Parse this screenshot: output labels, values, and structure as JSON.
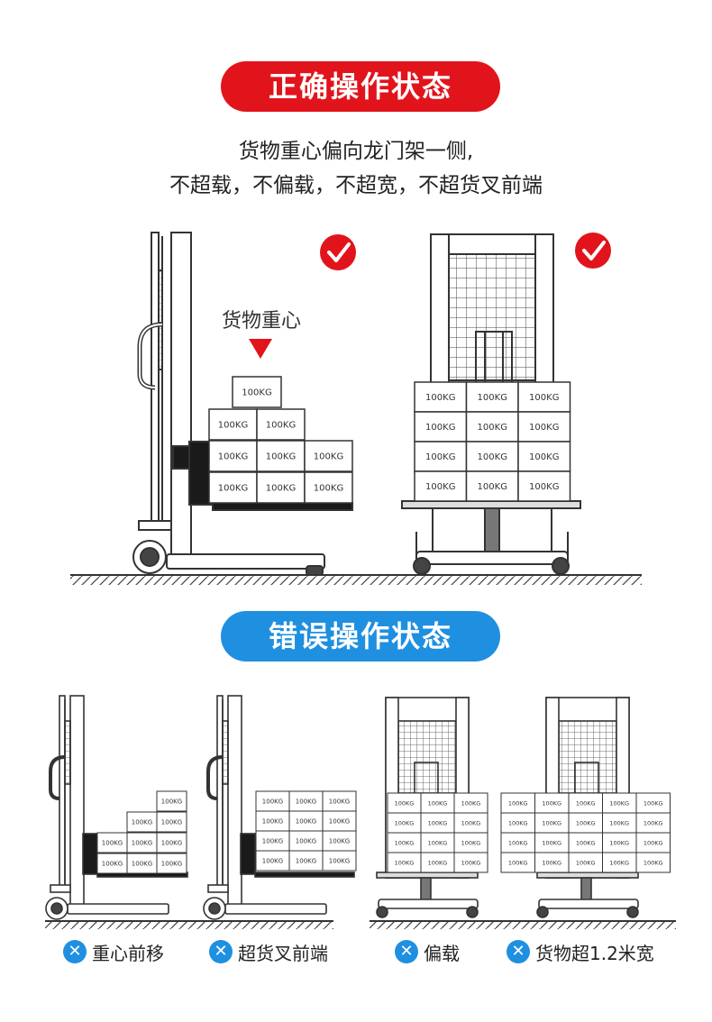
{
  "correct_section": {
    "title": "正确操作状态",
    "desc_line1": "货物重心偏向龙门架一侧,",
    "desc_line2": "不超载，不偏载，不超宽，不超货叉前端",
    "cog_label": "货物重心",
    "box_label": "100KG",
    "status_icon": "check-icon"
  },
  "wrong_section": {
    "title": "错误操作状态",
    "box_label": "100KG",
    "items": [
      {
        "label": "重心前移",
        "icon": "cross-icon"
      },
      {
        "label": "超货叉前端",
        "icon": "cross-icon"
      },
      {
        "label": "偏载",
        "icon": "cross-icon"
      },
      {
        "label": "货物超1.2米宽",
        "icon": "cross-icon"
      }
    ]
  },
  "colors": {
    "correct": "#e1141c",
    "wrong": "#1f8fe0",
    "line": "#333333",
    "fork": "#1a1a1a"
  }
}
